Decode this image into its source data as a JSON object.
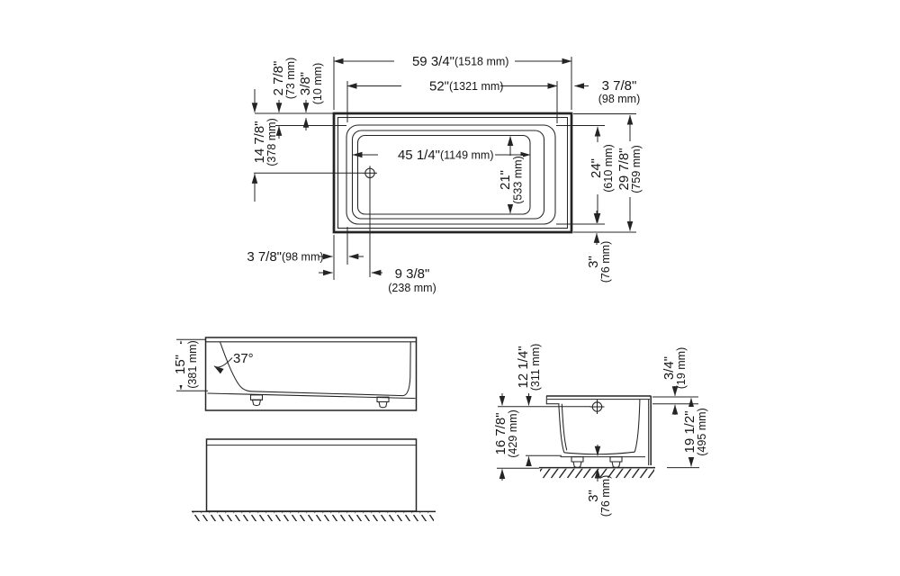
{
  "drawing": {
    "kind": "bathtub dimension drawing",
    "line_color": "#242424",
    "background": "#ffffff"
  },
  "dims": {
    "top": {
      "overall_length": {
        "in": "59 3/4\"",
        "mm": "(1518 mm)"
      },
      "shell_length": {
        "in": "52\"",
        "mm": "(1321 mm)"
      },
      "deck_right": {
        "in": "3 7/8\"",
        "mm": "(98 mm)"
      },
      "deck_top": {
        "in": "2 7/8\"",
        "mm": "(73 mm)"
      },
      "flange": {
        "in": "3/8\"",
        "mm": "(10 mm)"
      },
      "drain_from_top": {
        "in": "14 7/8\"",
        "mm": "(378 mm)"
      },
      "basin_length": {
        "in": "45 1/4\"",
        "mm": "(1149 mm)"
      },
      "basin_width": {
        "in": "21\"",
        "mm": "(533 mm)"
      },
      "shell_width": {
        "in": "24\"",
        "mm": "(610 mm)"
      },
      "overall_width": {
        "in": "29 7/8\"",
        "mm": "(759 mm)"
      },
      "deck_bottom": {
        "in": "3\"",
        "mm": "(76 mm)"
      },
      "deck_left": {
        "in": "3 7/8\"",
        "mm": "(98 mm)"
      },
      "drain_from_end": {
        "in": "9 3/8\"",
        "mm": "(238 mm)"
      }
    },
    "side": {
      "backrest_angle": "37°",
      "basin_depth": {
        "in": "15\"",
        "mm": "(381 mm)"
      }
    },
    "end": {
      "overflow_to_base": {
        "in": "12 1/4\"",
        "mm": "(311 mm)"
      },
      "overflow_to_floor": {
        "in": "16 7/8\"",
        "mm": "(429 mm)"
      },
      "rim_lip": {
        "in": "3/4\"",
        "mm": "(19 mm)"
      },
      "overall_height": {
        "in": "19 1/2\"",
        "mm": "(495 mm)"
      },
      "base_clearance": {
        "in": "3\"",
        "mm": "(76 mm)"
      }
    }
  }
}
